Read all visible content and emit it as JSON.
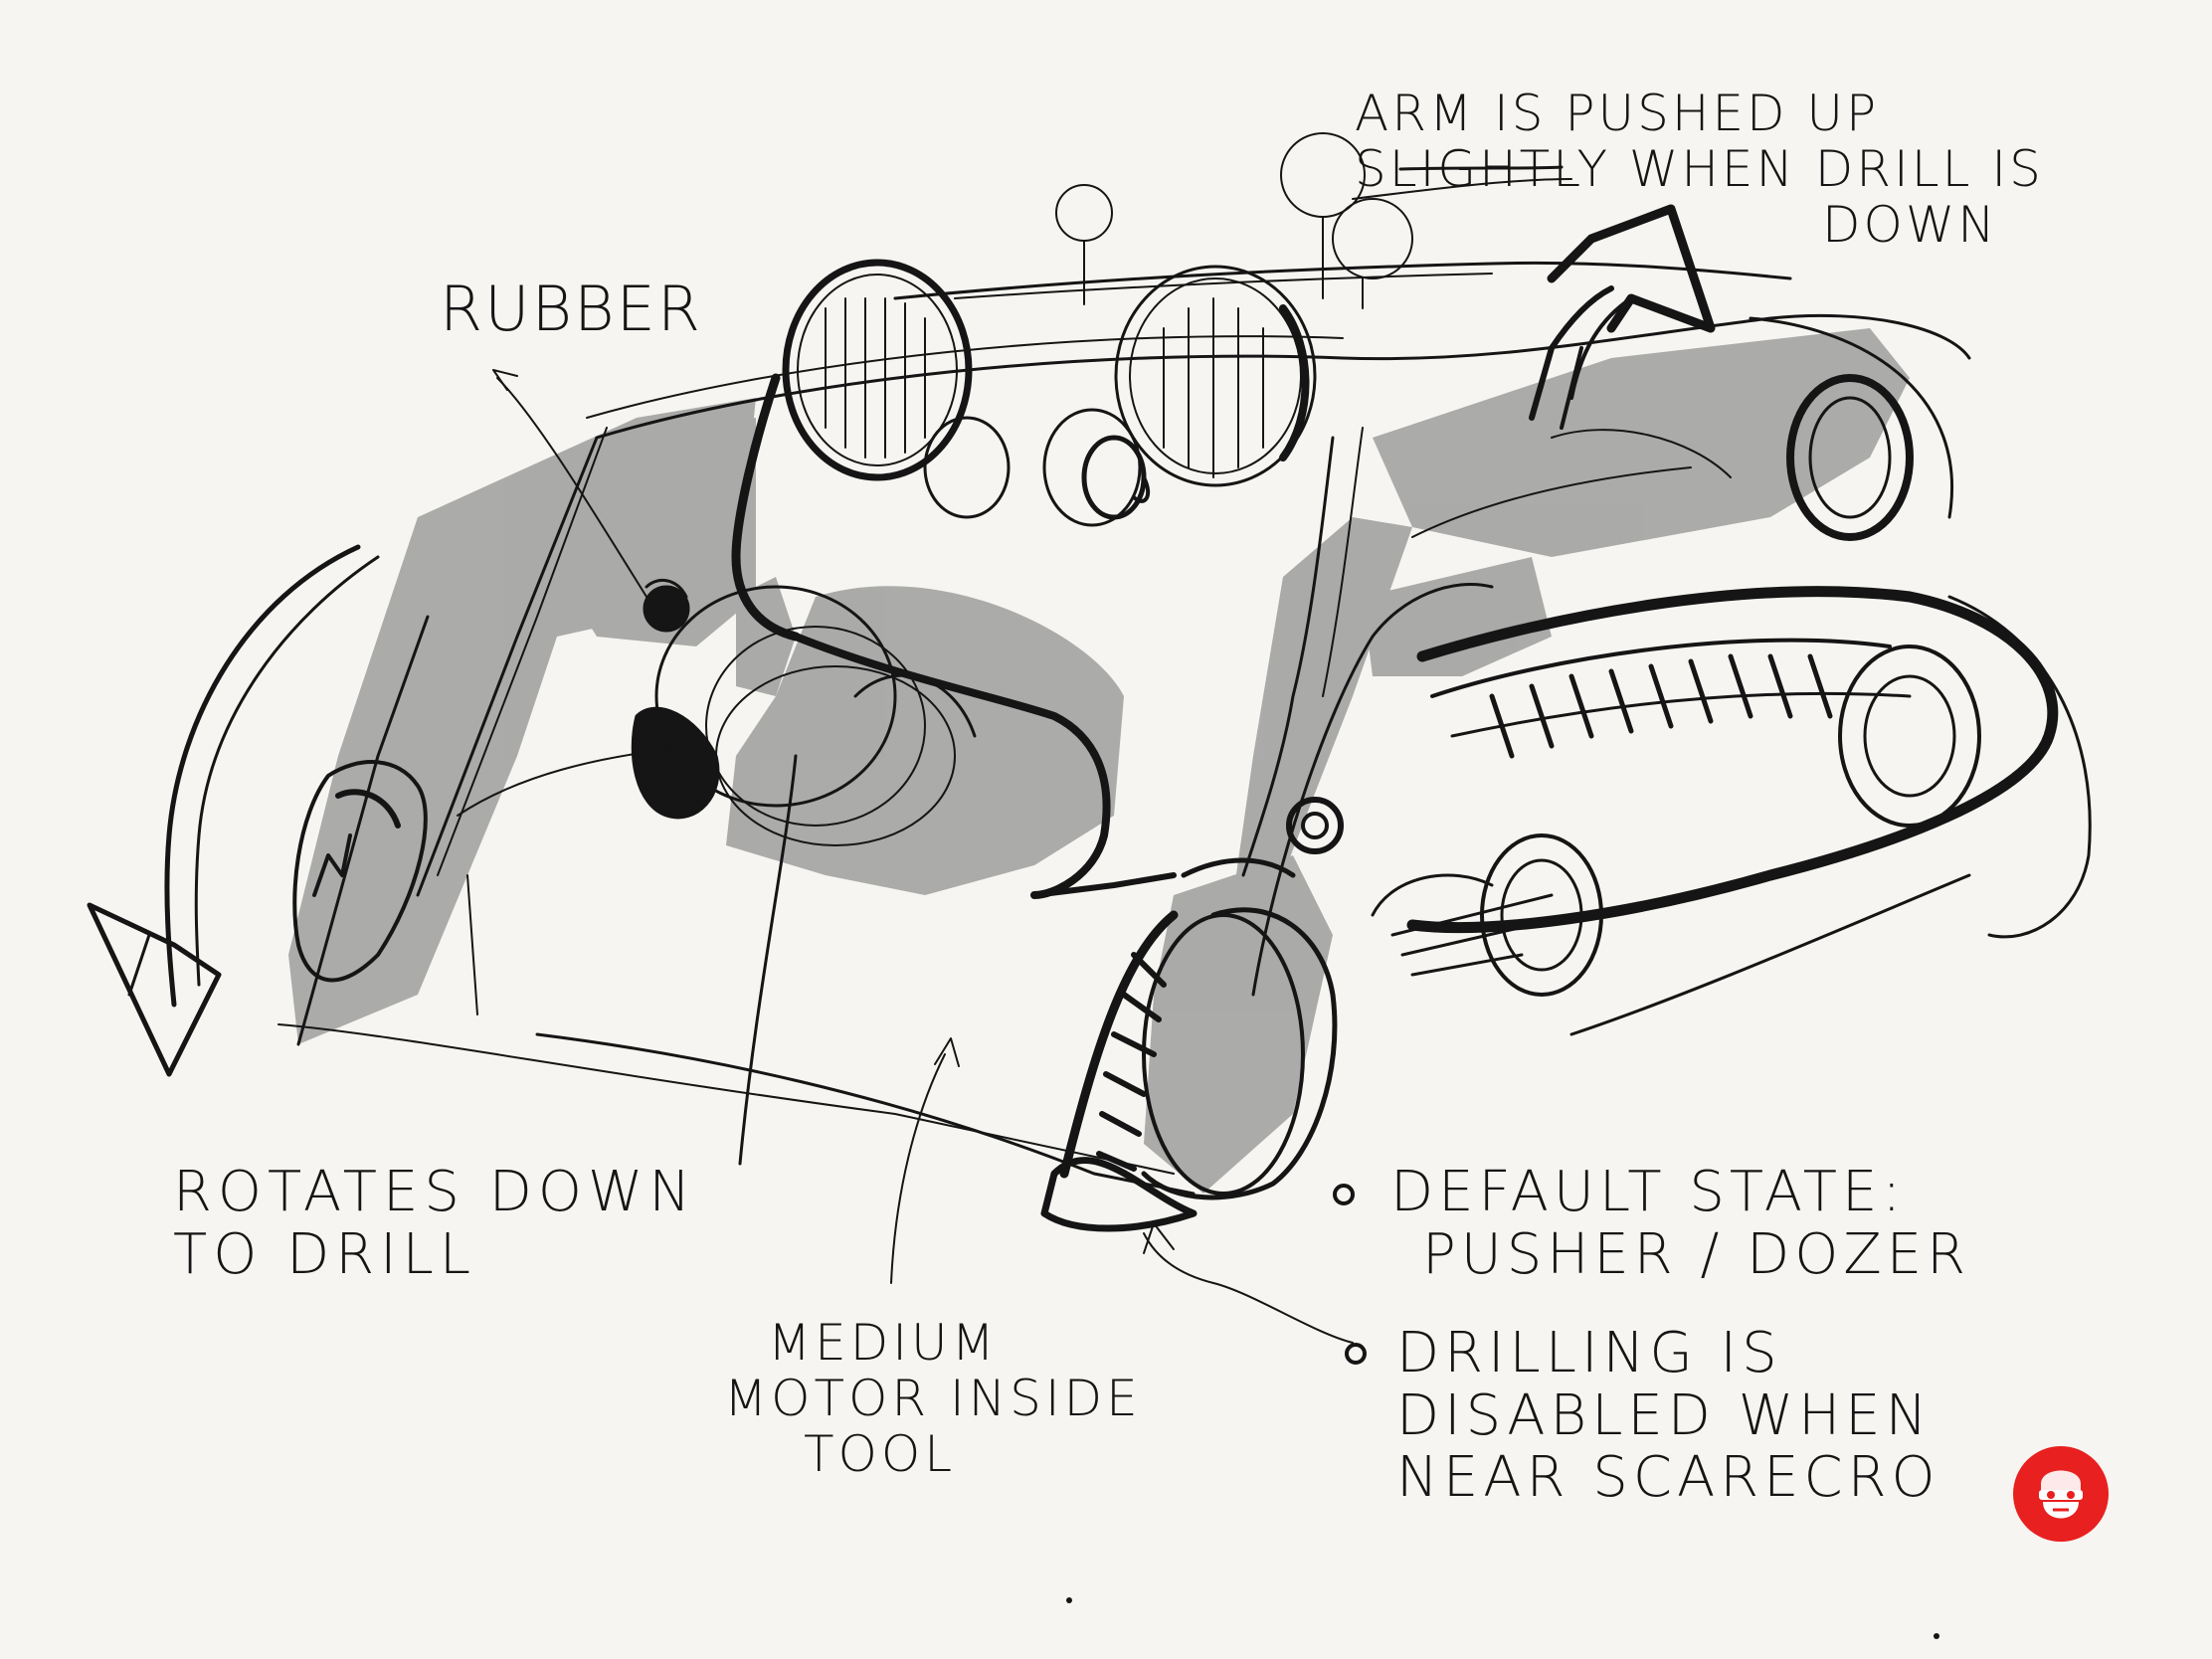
{
  "annotations": {
    "rubber": "RUBBER",
    "arm": [
      "ARM IS PUSHED UP",
      "SLIGHTLY WHEN DRILL IS",
      "DOWN"
    ],
    "rotates": [
      "ROTATES DOWN",
      "TO DRILL"
    ],
    "motor": [
      "MEDIUM",
      "MOTOR INSIDE",
      "TOOL"
    ],
    "default_state": [
      "DEFAULT STATE:",
      "PUSHER / DOZER"
    ],
    "drilling": [
      "DRILLING IS",
      "DISABLED WHEN",
      "NEAR SCARECRO"
    ]
  },
  "colors": {
    "paper": "#f6f5f1",
    "ink": "#151515",
    "shade": "#9d9d9d",
    "logo": "#e8201f"
  },
  "icons": {
    "logo": "bearded-face-logo-icon"
  }
}
